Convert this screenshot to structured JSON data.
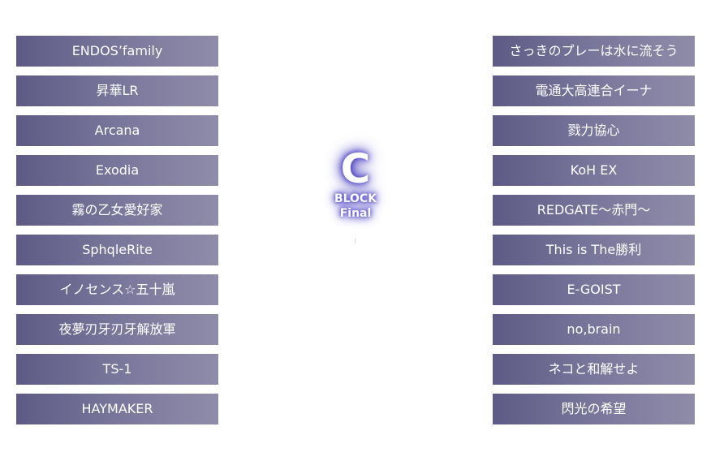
{
  "block": {
    "letter": "C",
    "word": "BLOCK",
    "stage": "Final"
  },
  "left_teams": [
    "ENDOS’family",
    "昇華LR",
    "Arcana",
    "Exodia",
    "霧の乙女愛好家",
    "SphqleRite",
    "イノセンス☆五十嵐",
    "夜夢刃牙刃牙解放軍",
    "TS-1",
    "HAYMAKER"
  ],
  "right_teams": [
    "さっきのプレーは水に流そう",
    "電通大高連合イーナ",
    "戮力協心",
    "KoH EX",
    "REDGATE～赤門～",
    "This is The勝利",
    "E-GOIST",
    "no,brain",
    "ネコと和解せよ",
    "閃光の希望"
  ],
  "colors": {
    "team_bar_start": "#5d5a85",
    "team_bar_end": "#8f8ca9",
    "glow": "#3b2fc4"
  }
}
